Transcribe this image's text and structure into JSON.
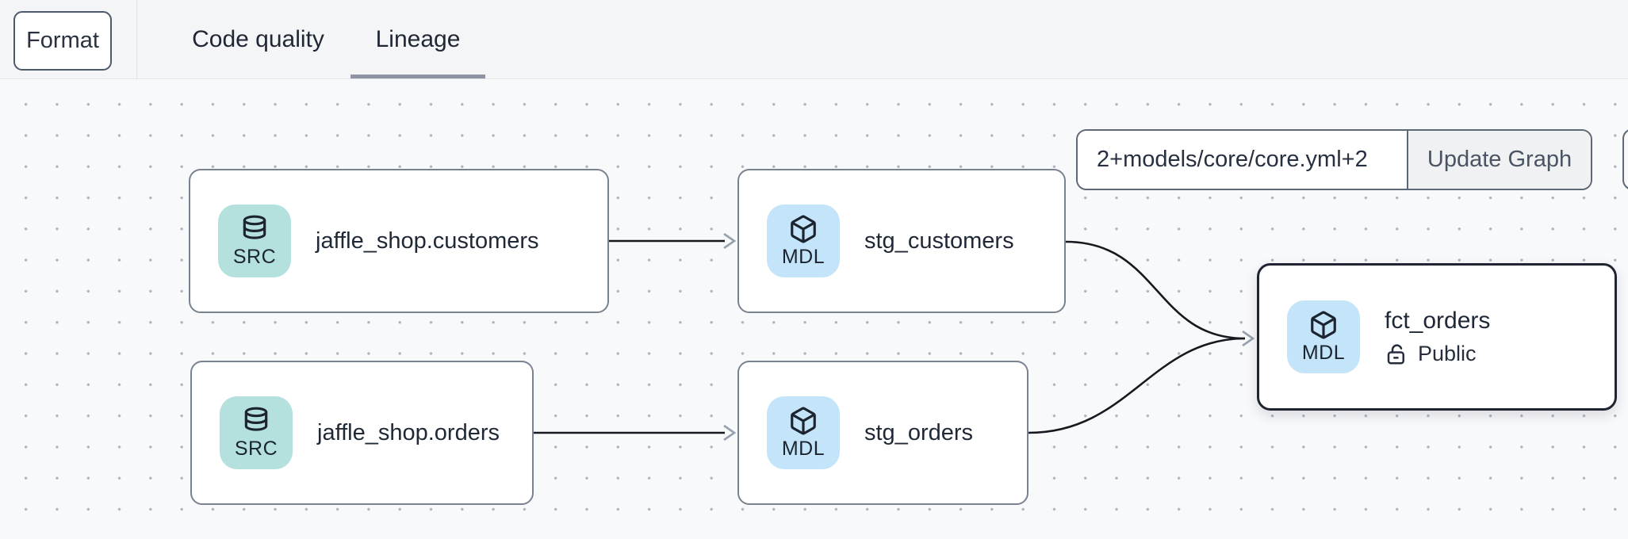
{
  "toolbar": {
    "format_label": "Format",
    "tabs": [
      {
        "label": "Code quality",
        "active": false
      },
      {
        "label": "Lineage",
        "active": true
      }
    ]
  },
  "selector": {
    "value": "2+models/core/core.yml+2",
    "update_button_label": "Update Graph"
  },
  "graph": {
    "nodes": [
      {
        "id": "source-jaffle_shop-customers",
        "type": "source",
        "badge": "SRC",
        "label": "jaffle_shop.customers"
      },
      {
        "id": "model-stg_customers",
        "type": "model",
        "badge": "MDL",
        "label": "stg_customers"
      },
      {
        "id": "source-jaffle_shop-orders",
        "type": "source",
        "badge": "SRC",
        "label": "jaffle_shop.orders"
      },
      {
        "id": "model-stg_orders",
        "type": "model",
        "badge": "MDL",
        "label": "stg_orders"
      },
      {
        "id": "model-fct_orders",
        "type": "model",
        "badge": "MDL",
        "label": "fct_orders",
        "access": "Public",
        "selected": true
      }
    ],
    "edges": [
      {
        "from": "jaffle_shop.customers",
        "to": "stg_customers"
      },
      {
        "from": "jaffle_shop.orders",
        "to": "stg_orders"
      },
      {
        "from": "stg_customers",
        "to": "fct_orders"
      },
      {
        "from": "stg_orders",
        "to": "fct_orders"
      }
    ]
  },
  "colors": {
    "source_badge": "#b4e0dd",
    "model_badge": "#c4e5f9",
    "node_border": "#79828f",
    "selected_node_border": "#1e2531",
    "edge": "#16191f",
    "arrowhead": "#97a0ad",
    "tab_underline": "#8e94a1",
    "text": "#1f2836"
  }
}
